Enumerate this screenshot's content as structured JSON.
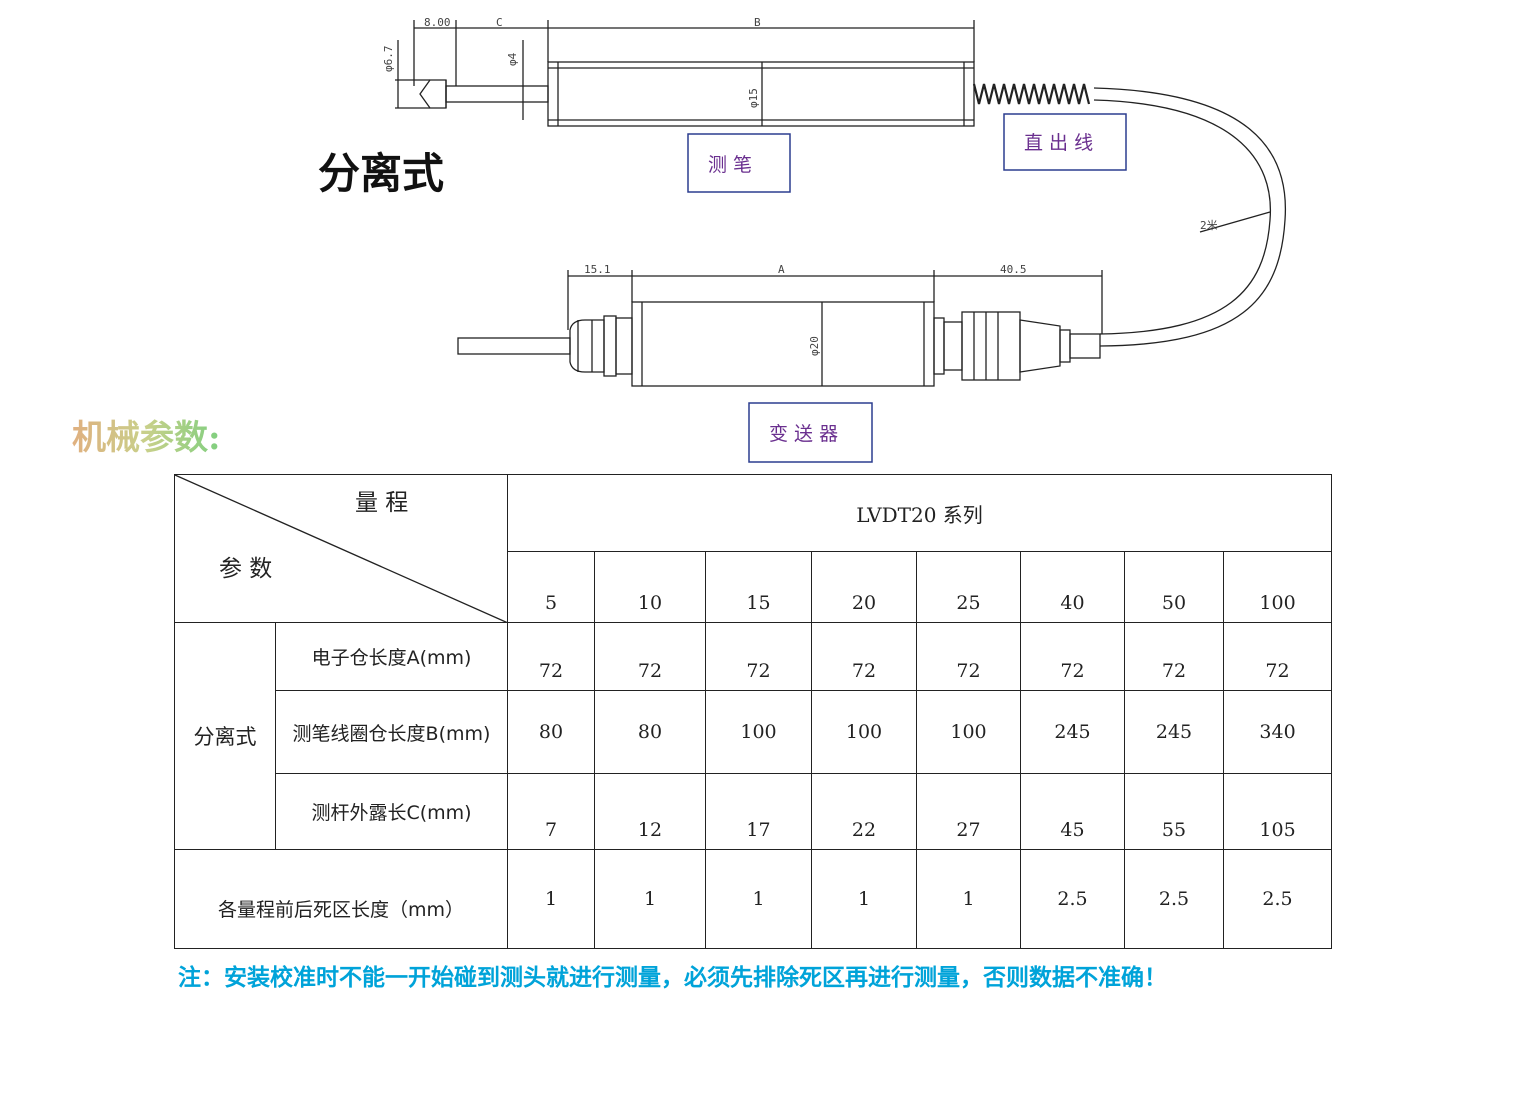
{
  "drawing": {
    "title": "分离式",
    "labels": {
      "probe": "测 笔",
      "cable": "直 出 线",
      "transmitter": "变 送 器"
    },
    "dimensions": {
      "tip_len": "8.00",
      "c": "C",
      "b": "B",
      "d67": "φ6.7",
      "d4": "φ4",
      "d15": "φ15",
      "cable_len": "2米",
      "d151": "15.1",
      "a": "A",
      "d405": "40.5",
      "d20": "φ20"
    }
  },
  "section_title": "机械参数:",
  "table": {
    "header_top": "量 程",
    "header_bottom": "参 数",
    "series": "LVDT20 系列",
    "ranges": [
      "5",
      "10",
      "15",
      "20",
      "25",
      "40",
      "50",
      "100"
    ],
    "group": "分离式",
    "rows": [
      {
        "label": "电子仓长度A(mm)",
        "values": [
          "72",
          "72",
          "72",
          "72",
          "72",
          "72",
          "72",
          "72"
        ]
      },
      {
        "label": "测笔线圈仓长度B(mm)",
        "values": [
          "80",
          "80",
          "100",
          "100",
          "100",
          "245",
          "245",
          "340"
        ]
      },
      {
        "label": "测杆外露长C(mm)",
        "values": [
          "7",
          "12",
          "17",
          "22",
          "27",
          "45",
          "55",
          "105"
        ]
      }
    ],
    "dead_zone": {
      "label": "各量程前后死区长度（mm）",
      "values": [
        "1",
        "1",
        "1",
        "1",
        "1",
        "2.5",
        "2.5",
        "2.5"
      ]
    }
  },
  "note": "注：安装校准时不能一开始碰到测头就进行测量，必须先排除死区再进行测量，否则数据不准确！"
}
